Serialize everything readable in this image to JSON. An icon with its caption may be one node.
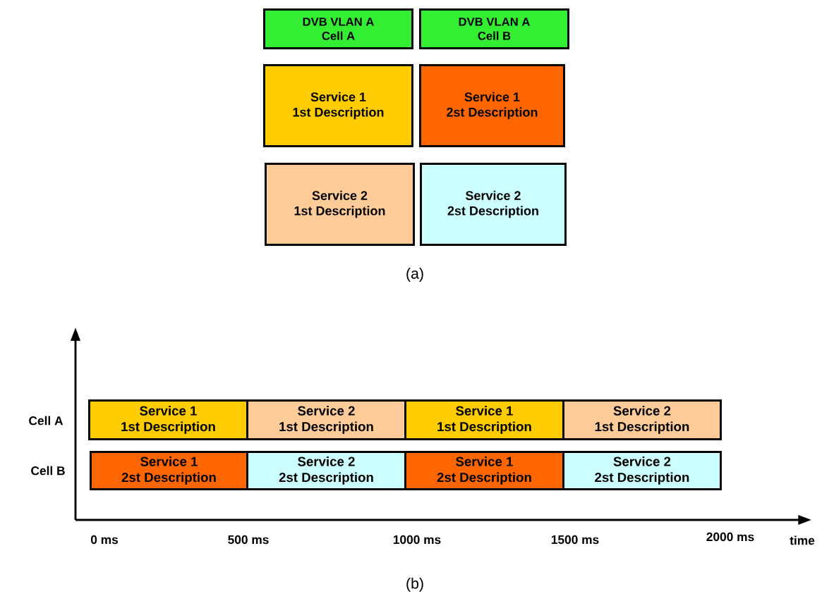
{
  "diagram": {
    "nodes": [
      {
        "text": [
          "DVB VLAN A",
          "Cell A"
        ]
      },
      {
        "text": [
          "DVB VLAN A",
          "Cell B"
        ]
      },
      {
        "text": [
          "Service 1",
          "1st Description"
        ]
      },
      {
        "text": [
          "Service 1",
          "2st Description"
        ]
      },
      {
        "text": [
          "Service 2",
          "1st Description"
        ]
      },
      {
        "text": [
          "Service 2",
          "2st Description"
        ]
      },
      {
        "text": [
          "Service 1",
          "1st Description"
        ]
      },
      {
        "text": [
          "Service 2",
          "1st Description"
        ]
      },
      {
        "text": [
          "Service 1",
          "1st Description"
        ]
      },
      {
        "text": [
          "Service 2",
          "1st Description"
        ]
      },
      {
        "text": [
          "Service 1",
          "2st Description"
        ]
      },
      {
        "text": [
          "Service 2",
          "2st Description"
        ]
      },
      {
        "text": [
          "Service 1",
          "2st Description"
        ]
      },
      {
        "text": [
          "Service 2",
          "2st Description"
        ]
      }
    ],
    "labels": [
      "(a)",
      "Cell A",
      "Cell B",
      "0 ms",
      "500 ms",
      "1000 ms",
      "1500 ms",
      "2000 ms",
      "time",
      "(b)"
    ]
  }
}
